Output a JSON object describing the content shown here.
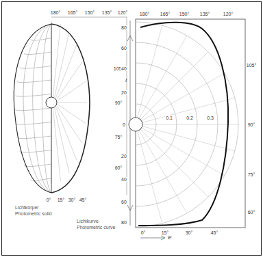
{
  "diagram": {
    "labels": [
      "180°",
      "165°",
      "150°",
      "135°",
      "120°",
      "105°",
      "90°",
      "75°",
      "60°",
      "0°",
      "15°",
      "30°",
      "45°",
      "Lichtkörper",
      "Photometric solid",
      "180°",
      "165°",
      "150°",
      "135°",
      "120°",
      "105°",
      "90°",
      "75°",
      "60°",
      "0°",
      "15°",
      "30°",
      "45°",
      "80",
      "60",
      "40",
      "20",
      "0",
      "20",
      "40",
      "60",
      "80",
      "I",
      "E",
      "0.1",
      "0.2",
      "0.3",
      "Lichtkurve",
      "Photometric curve"
    ]
  }
}
